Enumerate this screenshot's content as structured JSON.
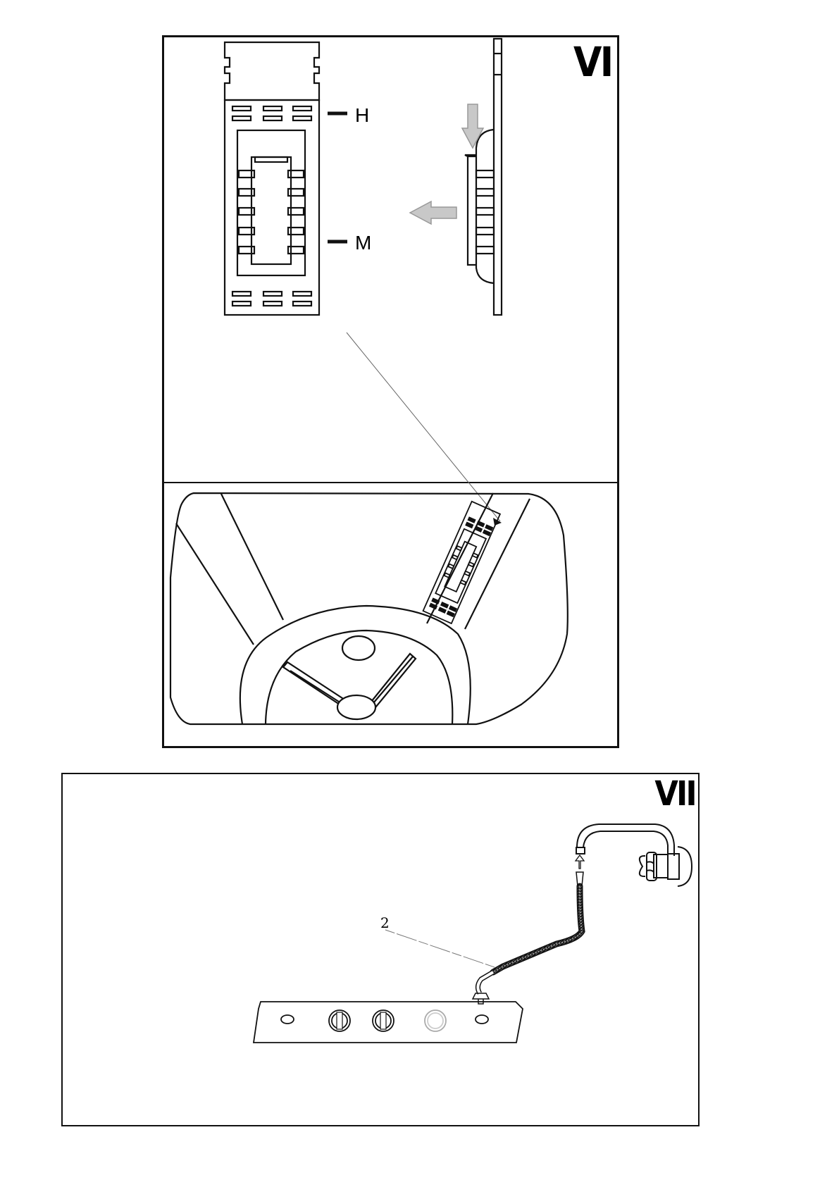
{
  "panels": {
    "vi": {
      "number": "VI"
    },
    "vii": {
      "number": "VII"
    }
  },
  "labels": {
    "h": "H",
    "m": "M",
    "hose": "2"
  }
}
